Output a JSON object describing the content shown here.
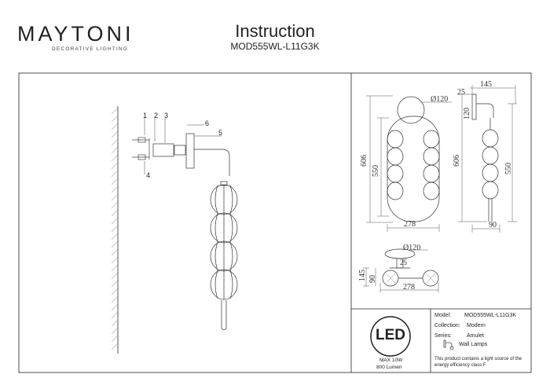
{
  "brand": {
    "name": "MAYTONI",
    "tagline": "DECORATIVE LIGHTING"
  },
  "header": {
    "title": "Instruction",
    "model_code": "MOD555WL-L11G3K"
  },
  "callouts": [
    "1",
    "2",
    "3",
    "4",
    "5",
    "6"
  ],
  "dimensions": {
    "front_circle": "Ø120",
    "front_height_total": "606",
    "front_height_inner": "550",
    "front_width": "278",
    "side_depth": "145",
    "side_offset": "25",
    "side_bracket": "120",
    "side_height_total": "606",
    "side_height_inner": "550",
    "side_width": "90",
    "top_circle": "Ø120",
    "top_offset": "25",
    "top_depth": "145",
    "top_inner": "90",
    "top_width": "278"
  },
  "spec": {
    "led_badge": "LED",
    "power": "MAX 10W",
    "lumen": "800 Lumen",
    "model_label": "Model:",
    "model_value": "MOD555WL-L11G3K",
    "collection_label": "Collection:",
    "collection_value": "Modern",
    "series_label": "Series:",
    "series_value": "Amulet",
    "type_value": "Wall Lamps",
    "energy_note_1": "This product contains a light source of the",
    "energy_note_2": "energy efficiency class F"
  }
}
